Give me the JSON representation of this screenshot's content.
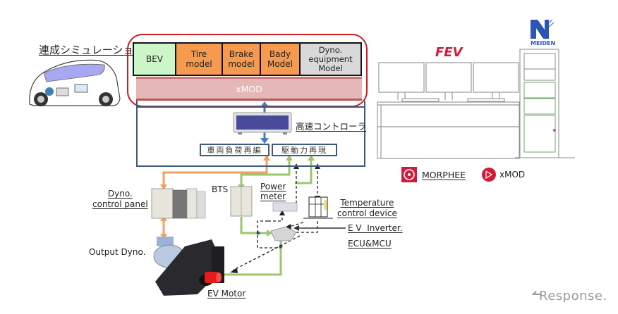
{
  "title": "連成シミュレーション",
  "simulation": {
    "models": [
      {
        "label": "BEV",
        "color": "#ccf5c8"
      },
      {
        "label": "Tire\nmodel",
        "color": "#f59a4e"
      },
      {
        "label": "Brake\nmodel",
        "color": "#f59a4e"
      },
      {
        "label": "Bady\nModel",
        "color": "#f59a4e"
      },
      {
        "label": "Dyno.\nequipment\nModel",
        "color": "#d9d9d9"
      }
    ],
    "platform": "xMOD",
    "outline_color": "#d01c1c"
  },
  "controller": {
    "label": "高速コントローラ",
    "sub_blocks": [
      "車両負荷再編",
      "駆動力再現"
    ],
    "border_color": "#3e5a7e"
  },
  "components": {
    "dyno_control_panel": "Dyno.\ncontrol panel",
    "bts": "BTS",
    "power_meter": "Power\nmeter",
    "temperature_control": "Temperature\ncontrol device",
    "ev_inverter": "E V  Inverter.",
    "ecu_mcu": "ECU&MCU",
    "output_dyno": "Output Dyno.",
    "ev_motor": "EV Motor"
  },
  "line_colors": {
    "orange": "#f0a060",
    "green": "#9bc76a",
    "blue": "#4a7dbf",
    "dashed": "#222222"
  },
  "right_panel": {
    "fev_logo": "FEV",
    "meiden_logo": "MEIDEN",
    "legend": [
      {
        "icon": "steering-wheel-icon",
        "label": "MORPHEE"
      },
      {
        "icon": "xmod-network-icon",
        "label": "xMOD"
      }
    ]
  },
  "watermark": "Response."
}
